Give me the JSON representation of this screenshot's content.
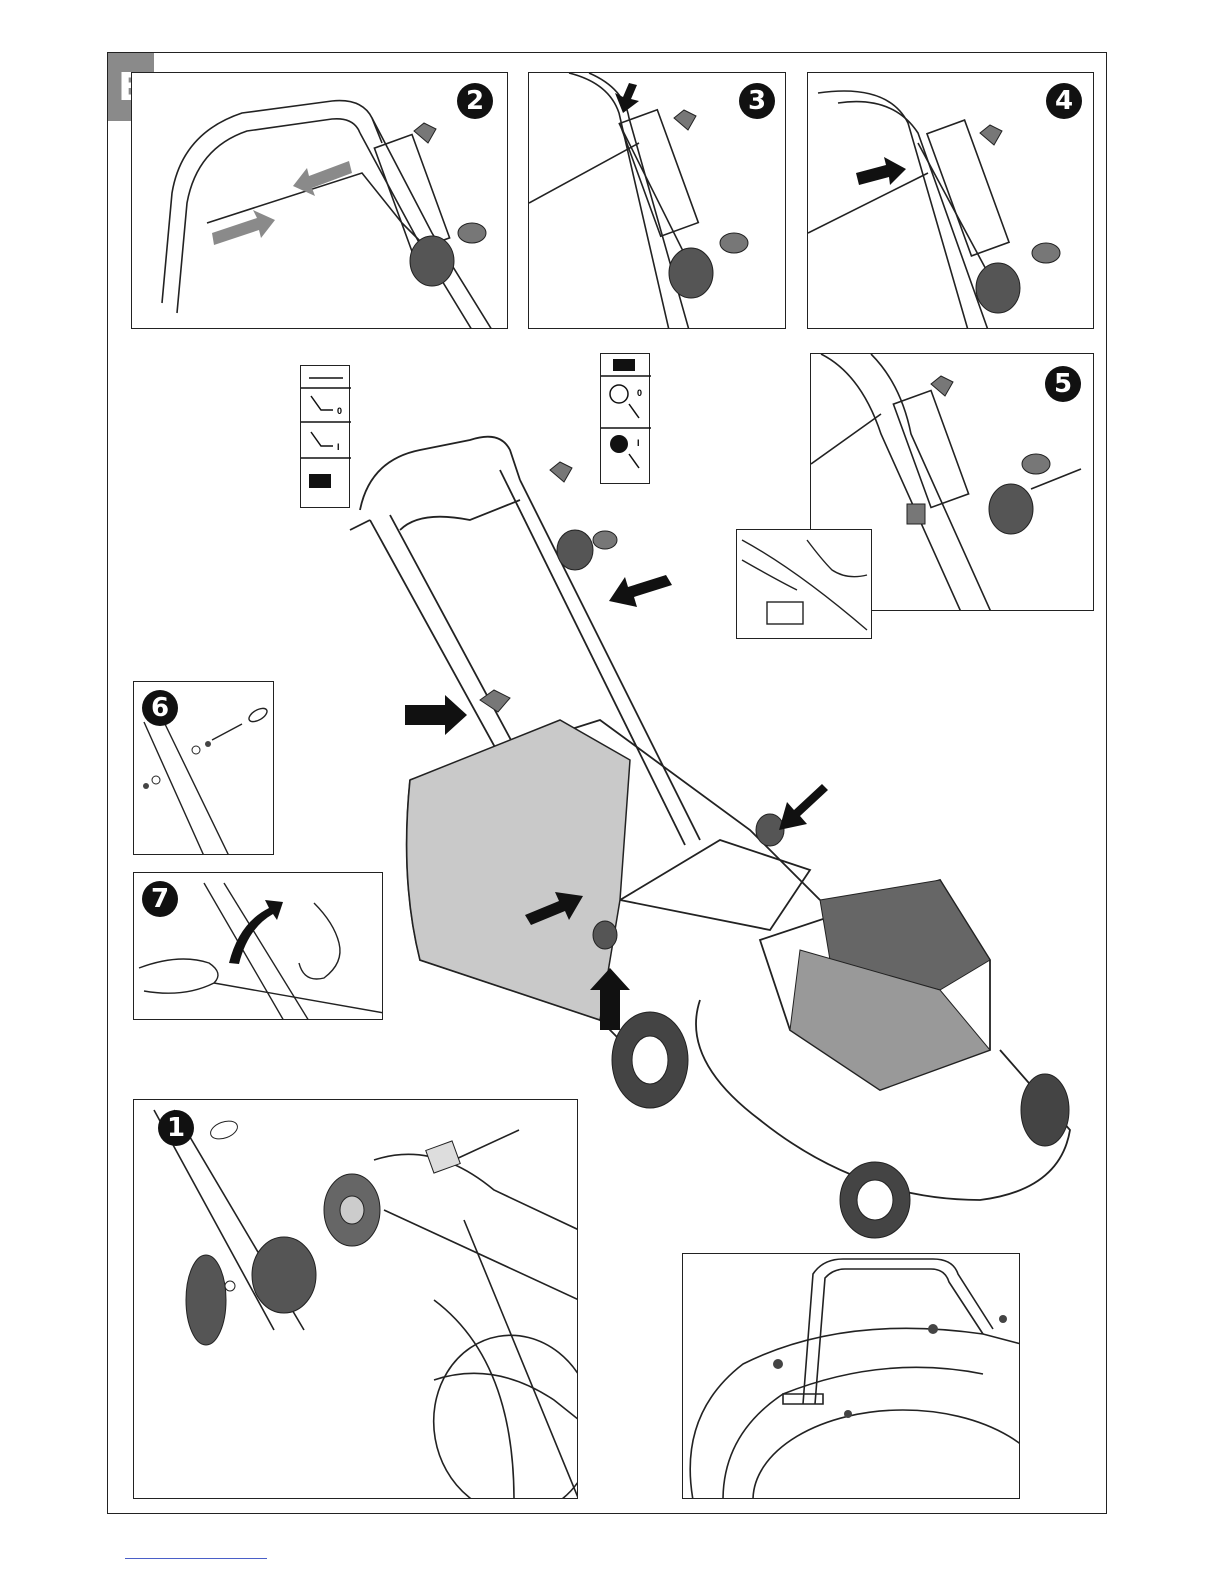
{
  "section": {
    "letter": "E"
  },
  "steps": {
    "s1": "1",
    "s2": "2",
    "s3": "3",
    "s4": "4",
    "s5": "5",
    "s6": "6",
    "s7": "7"
  },
  "labels": {
    "left_strip": [
      "0",
      "I"
    ],
    "right_strip": [
      "0",
      "I"
    ]
  },
  "colors": {
    "line": "#222222",
    "arrow_dark": "#111111",
    "arrow_gray": "#8a8a8a",
    "tab_gray": "#8a8a8a"
  },
  "icons": [
    "handle-icon",
    "lever-off-icon",
    "lever-on-icon",
    "mower-drive-icon",
    "engine-icon",
    "knob-icon"
  ]
}
